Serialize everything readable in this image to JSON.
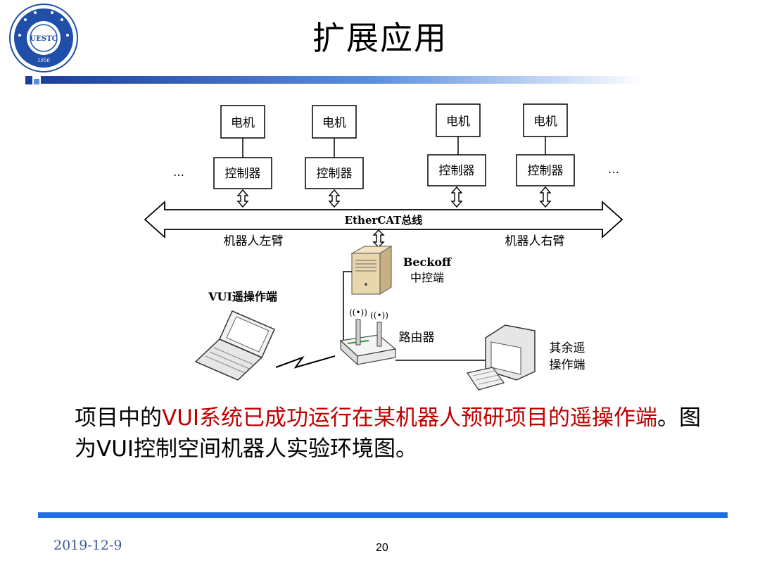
{
  "header": {
    "title": "扩展应用",
    "logo": {
      "name": "uestc-logo",
      "text": "UESTC",
      "year": "1956",
      "color": "#1f4fa8"
    }
  },
  "diagram": {
    "motors": [
      "电机",
      "电机",
      "电机",
      "电机"
    ],
    "controllers": [
      "控制器",
      "控制器",
      "控制器",
      "控制器"
    ],
    "ellipsis_left": "…",
    "ellipsis_right": "…",
    "bus_label": "EtherCAT总线",
    "left_arm_label": "机器人左臂",
    "right_arm_label": "机器人右臂",
    "server_label_line1": "Beckoff",
    "server_label_line2": "中控端",
    "vui_label": "VUI遥操作端",
    "router_label": "路由器",
    "other_label_line1": "其余遥",
    "other_label_line2": "操作端"
  },
  "caption": {
    "part1": "项目中的",
    "part2_red": "VUI系统已成功运行在某机器人预研项目的遥操作端",
    "part3": "。图为VUI控制空间机器人实验环境图。"
  },
  "footer": {
    "date": "2019-12-9",
    "page": "20",
    "bar_color": "#1e6fe0"
  }
}
